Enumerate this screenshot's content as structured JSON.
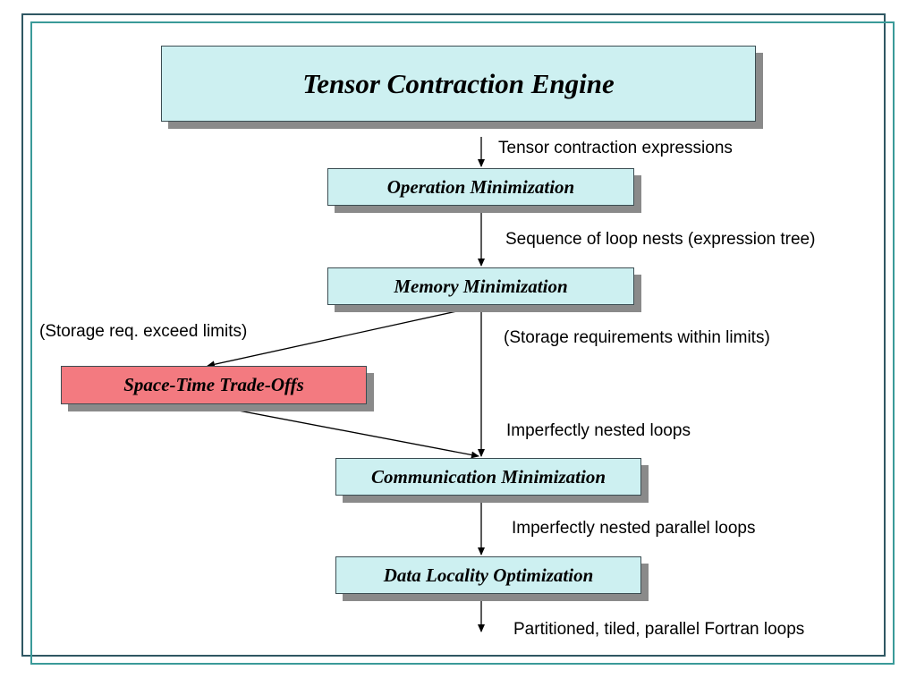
{
  "diagram": {
    "title": "Tensor Contraction Engine",
    "stages": {
      "operation": "Operation Minimization",
      "memory": "Memory Minimization",
      "space_time": "Space-Time Trade-Offs",
      "communication": "Communication Minimization",
      "data_locality": "Data Locality Optimization"
    },
    "edge_labels": {
      "input": "Tensor contraction expressions",
      "op_to_mem": "Sequence of loop nests (expression tree)",
      "exceed": "(Storage req. exceed limits)",
      "within": "(Storage requirements within limits)",
      "to_comm": "Imperfectly nested loops",
      "comm_to_data": "Imperfectly nested parallel loops",
      "output": "Partitioned, tiled, parallel Fortran loops"
    },
    "colors": {
      "box_fill": "#cdf0f1",
      "alert_box_fill": "#f37a80",
      "frame_outer": "#2f5763",
      "frame_inner": "#3a9a99",
      "shadow": "#8a8a8a"
    }
  }
}
